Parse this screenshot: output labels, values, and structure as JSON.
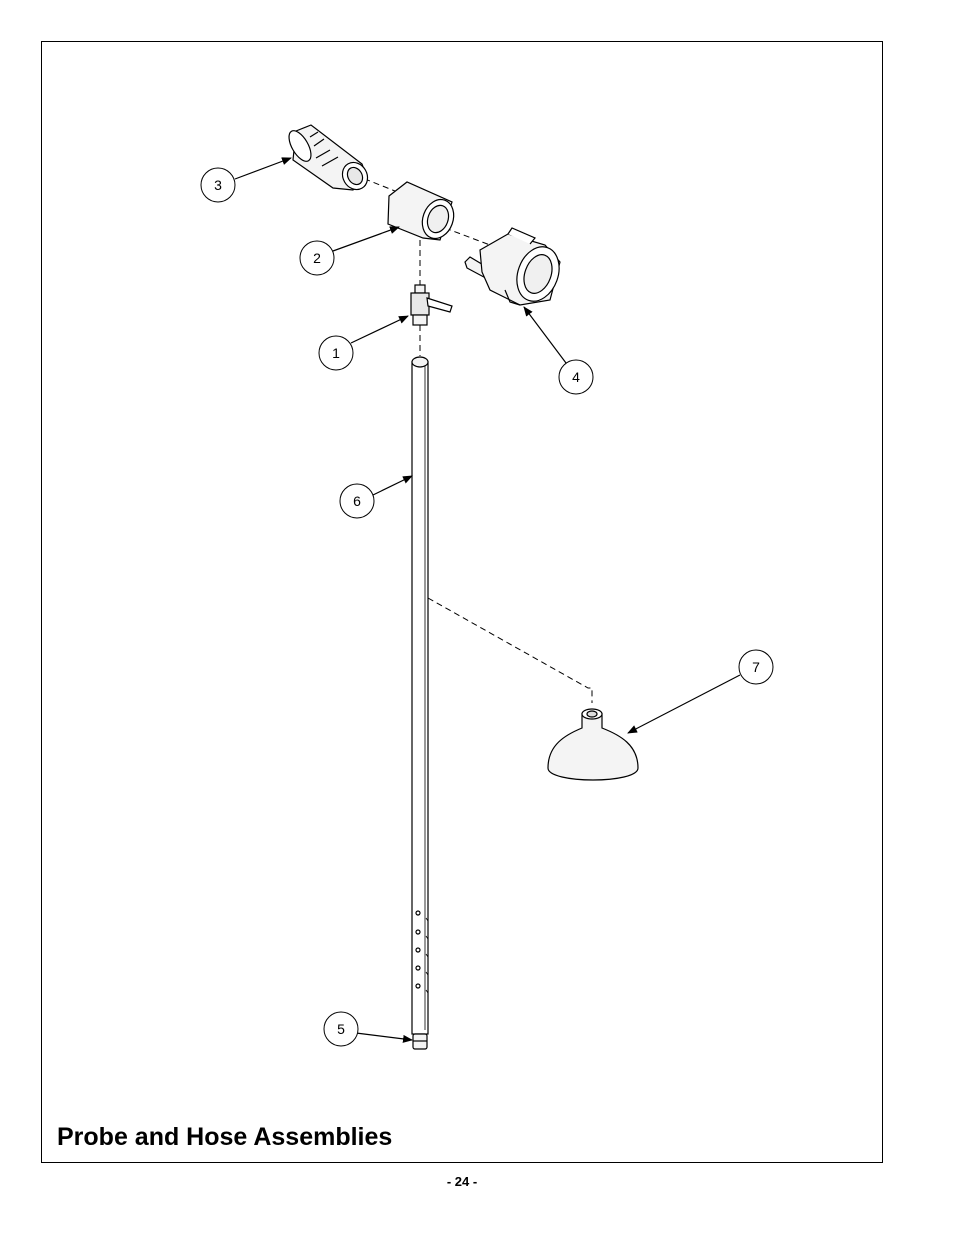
{
  "title": "Probe and Hose Assemblies",
  "page_number": "- 24 -",
  "callouts": [
    {
      "id": "c1",
      "label": "1",
      "part": "ball-valve"
    },
    {
      "id": "c2",
      "label": "2",
      "part": "coupler-sleeve"
    },
    {
      "id": "c3",
      "label": "3",
      "part": "cam-lock-adapter"
    },
    {
      "id": "c4",
      "label": "4",
      "part": "cam-lock-coupler"
    },
    {
      "id": "c5",
      "label": "5",
      "part": "probe-tip"
    },
    {
      "id": "c6",
      "label": "6",
      "part": "probe-tube"
    },
    {
      "id": "c7",
      "label": "7",
      "part": "probe-cone"
    }
  ]
}
